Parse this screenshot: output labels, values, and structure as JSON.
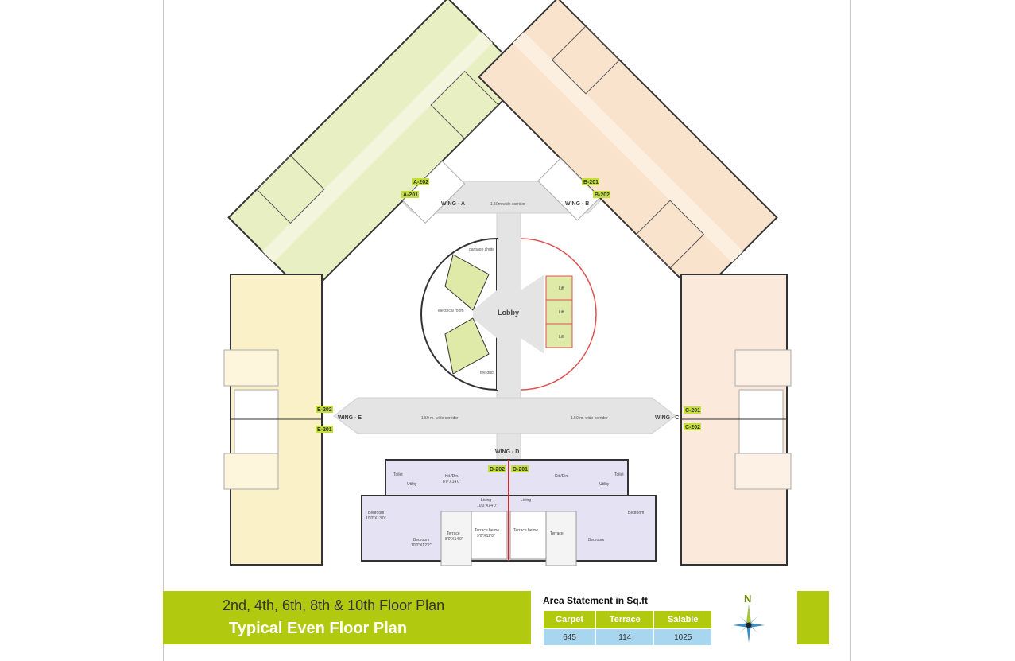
{
  "plan": {
    "wings": [
      "WING - A",
      "WING - B",
      "WING - C",
      "WING - D",
      "WING - E"
    ],
    "corridor_top": "1.50m.wide corridor",
    "corridor_left": "1.50 m. wide corridor",
    "corridor_right": "1.50 m. wide corridor",
    "lobby": "Lobby",
    "lift": "Lift",
    "garbage_chute": "garbage chute",
    "electrical_room": "electrical room",
    "fire_duct": "fire duct",
    "units": [
      "A-201",
      "A-202",
      "B-201",
      "B-202",
      "C-201",
      "C-202",
      "D-201",
      "D-202",
      "E-201",
      "E-202"
    ],
    "rooms": {
      "bedroom": "Bedroom",
      "bedroom_d1": "10'0\"X13'0\"",
      "bedroom_d2": "10'0\"X12'2\"",
      "kitdin": "Kit./Din.",
      "kitdin_d": "8'0\"X14'0\"",
      "living": "Living",
      "living_d": "10'0\"X14'0\"",
      "terrace": "Terrace",
      "terrace_d": "8'0\"X14'0\"",
      "terrace_below": "Terrace below",
      "terrace_below_d": "9'0\"X12'0\"",
      "toilet": "Toilet",
      "utility": "Utility"
    },
    "colors": {
      "wing_a": "#e8efc2",
      "wing_b": "#f9e3cc",
      "wing_c": "#fbeadb",
      "wing_d": "#e5e3f3",
      "wing_e": "#fbf1c9",
      "tag": "#c5df3a",
      "corridor": "#e4e4e4",
      "lift": "#dfe9a8"
    }
  },
  "banner": {
    "subtitle": "2nd, 4th, 6th, 8th & 10th Floor Plan",
    "title": "Typical Even Floor Plan"
  },
  "area_statement": {
    "heading": "Area Statement in Sq.ft",
    "columns": [
      "Carpet",
      "Terrace",
      "Salable"
    ],
    "values": [
      "645",
      "114",
      "1025"
    ]
  },
  "compass": {
    "label": "N",
    "icon": "compass-rose-icon"
  }
}
